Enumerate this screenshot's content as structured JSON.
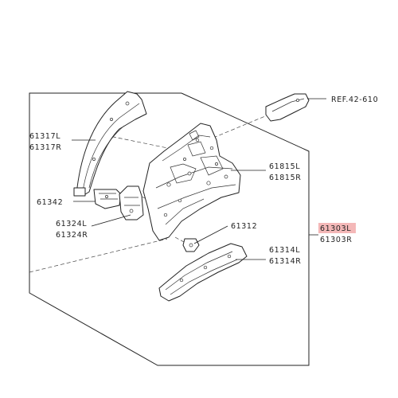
{
  "reference_label": "REF.42-610",
  "highlight_color": "#f4b8b8",
  "labels": {
    "p61317L": "61317L",
    "p61317R": "61317R",
    "p61342": "61342",
    "p61324L": "61324L",
    "p61324R": "61324R",
    "p61815L": "61815L",
    "p61815R": "61815R",
    "p61312": "61312",
    "p61314L": "61314L",
    "p61314R": "61314R",
    "p61303L": "61303L",
    "p61303R": "61303R"
  }
}
